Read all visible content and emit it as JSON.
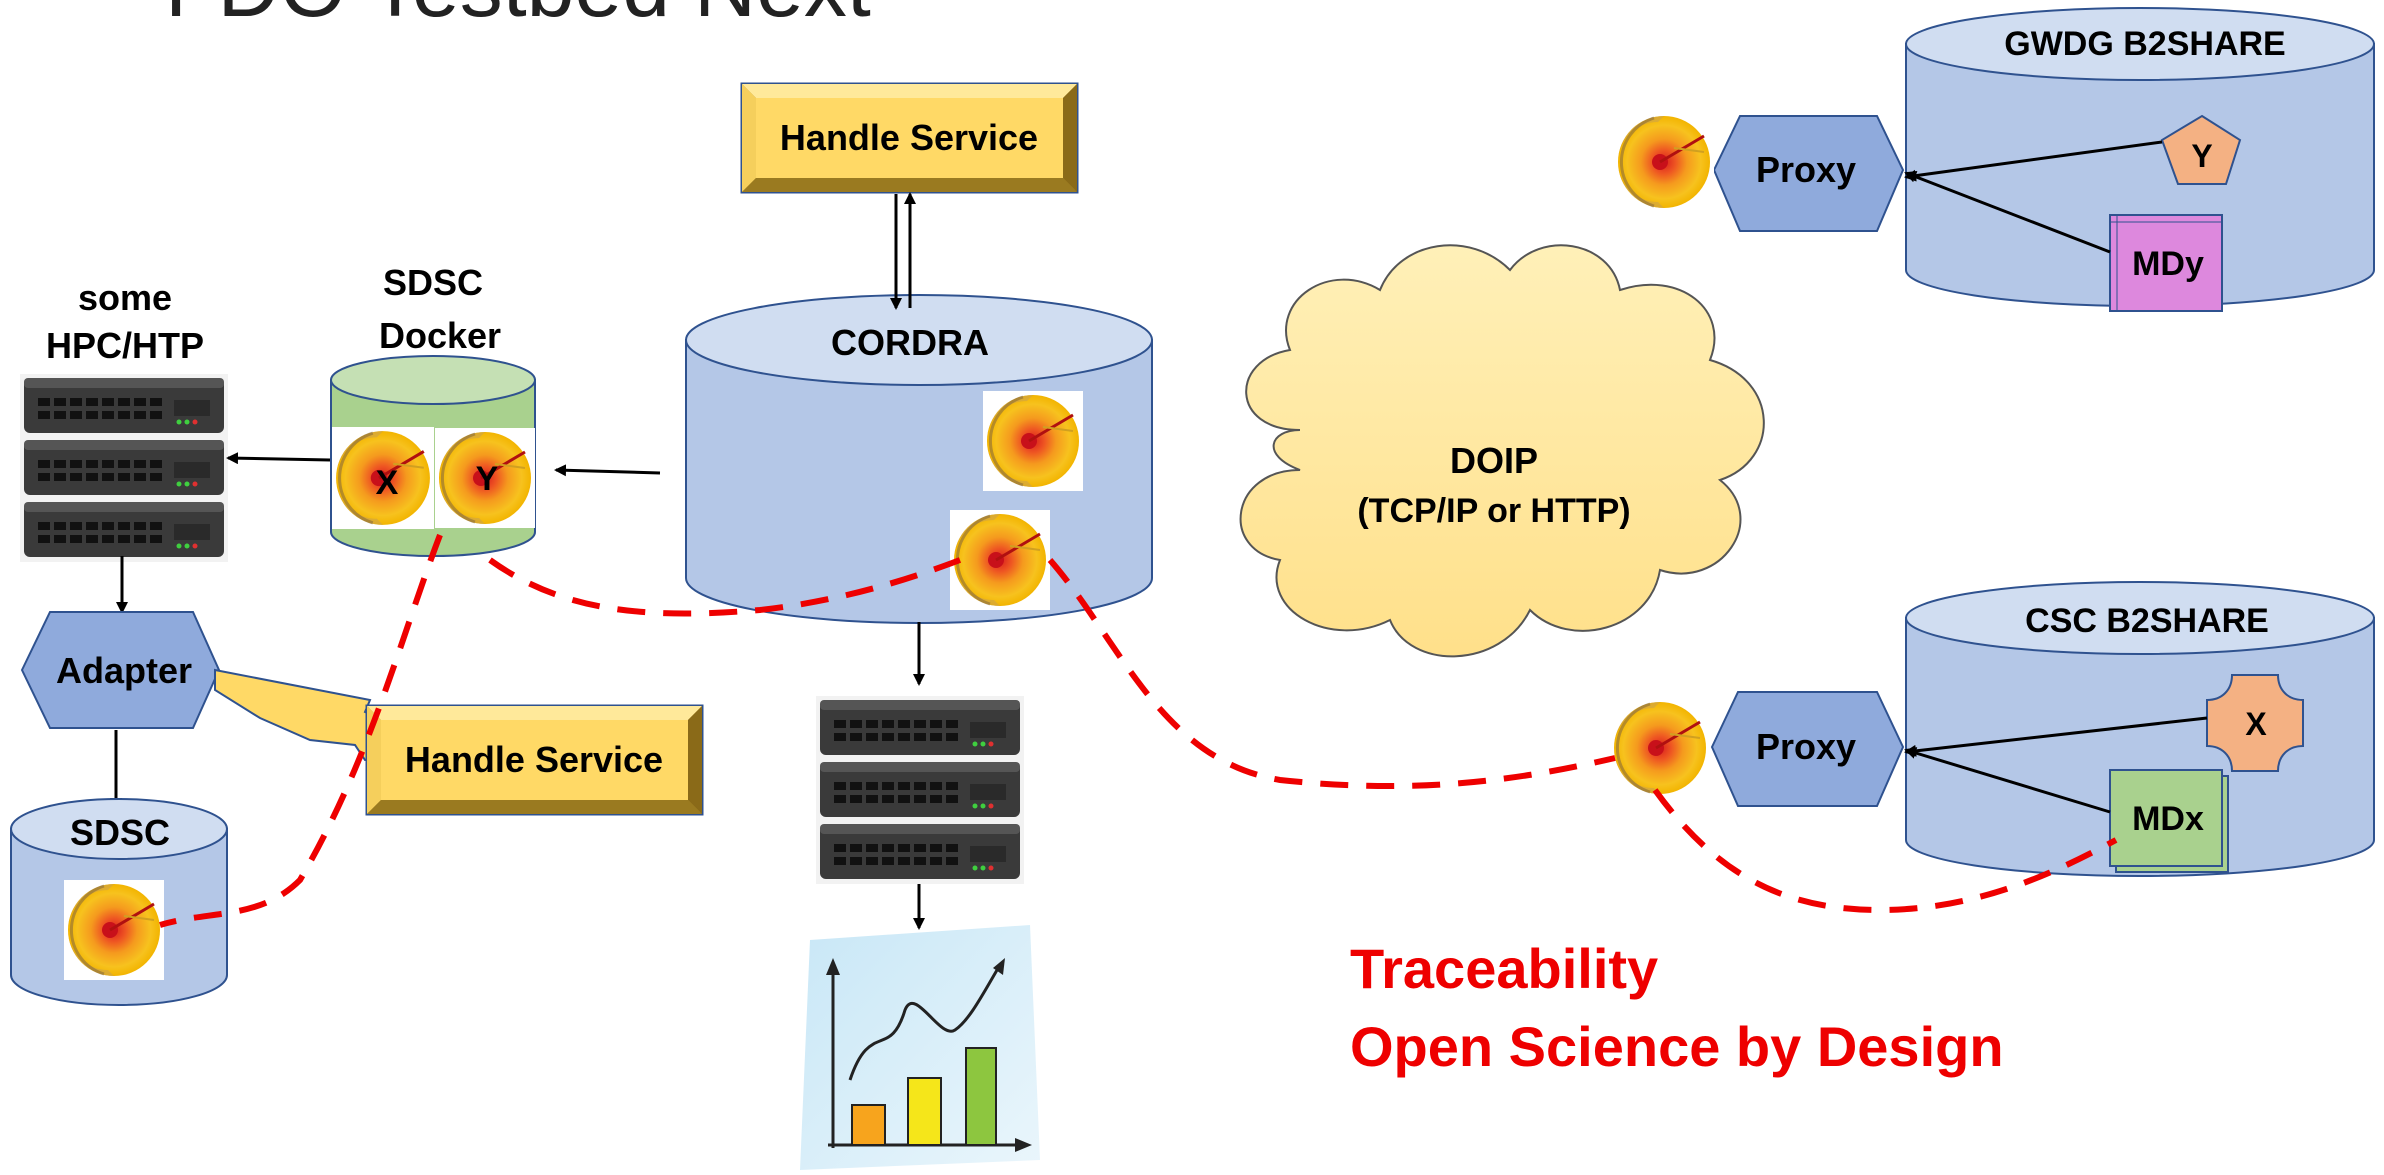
{
  "slide": {
    "title": "FDO Testbed Next"
  },
  "nodes": {
    "handle_top": "Handle Service",
    "handle_bottom": "Handle Service",
    "cordra": "CORDRA",
    "sdsc_docker_line1": "SDSC",
    "sdsc_docker_line2": "Docker",
    "hpc_line1": "some",
    "hpc_line2": "HPC/HTP",
    "adapter": "Adapter",
    "sdsc": "SDSC",
    "doip_line1": "DOIP",
    "doip_line2": "(TCP/IP or HTTP)",
    "gwdg": "GWDG B2SHARE",
    "csc": "CSC B2SHARE",
    "proxy_gwdg": "Proxy",
    "proxy_csc": "Proxy",
    "obj_y": "Y",
    "md_y": "MDy",
    "obj_x": "X",
    "md_x": "MDx",
    "docker_x": "X",
    "docker_y": "Y"
  },
  "footer": {
    "line1": "Traceability",
    "line2": "Open Science by Design"
  },
  "colors": {
    "cylinder_blue": "#b4c7e7",
    "cylinder_top": "#d0ddf1",
    "handle_yellow": "#ffd966",
    "hex_blue": "#8faadc",
    "cloud_yellow": "#ffe699",
    "trace_red": "#ee0000",
    "docker_green": "#a9d18e",
    "md_pink": "#dd88dd",
    "md_green": "#a9d18e",
    "obj_orange": "#f4b183"
  },
  "icons": {
    "fdo": "fdo-sphere-icon",
    "server": "server-rack-icon",
    "chart": "chart-icon"
  }
}
